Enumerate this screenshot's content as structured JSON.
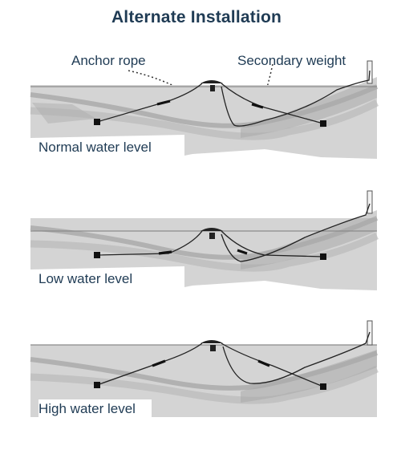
{
  "title": "Alternate Installation",
  "callouts": {
    "anchor_rope": "Anchor rope",
    "secondary_weight": "Secondary weight"
  },
  "scenes": [
    {
      "label": "Normal water level"
    },
    {
      "label": "Low water level"
    },
    {
      "label": "High water level"
    }
  ],
  "colors": {
    "text": "#1f3b54",
    "seabed": "#cfcfcf",
    "seabed_dark": "#9a9a9a",
    "rope": "#222222"
  }
}
